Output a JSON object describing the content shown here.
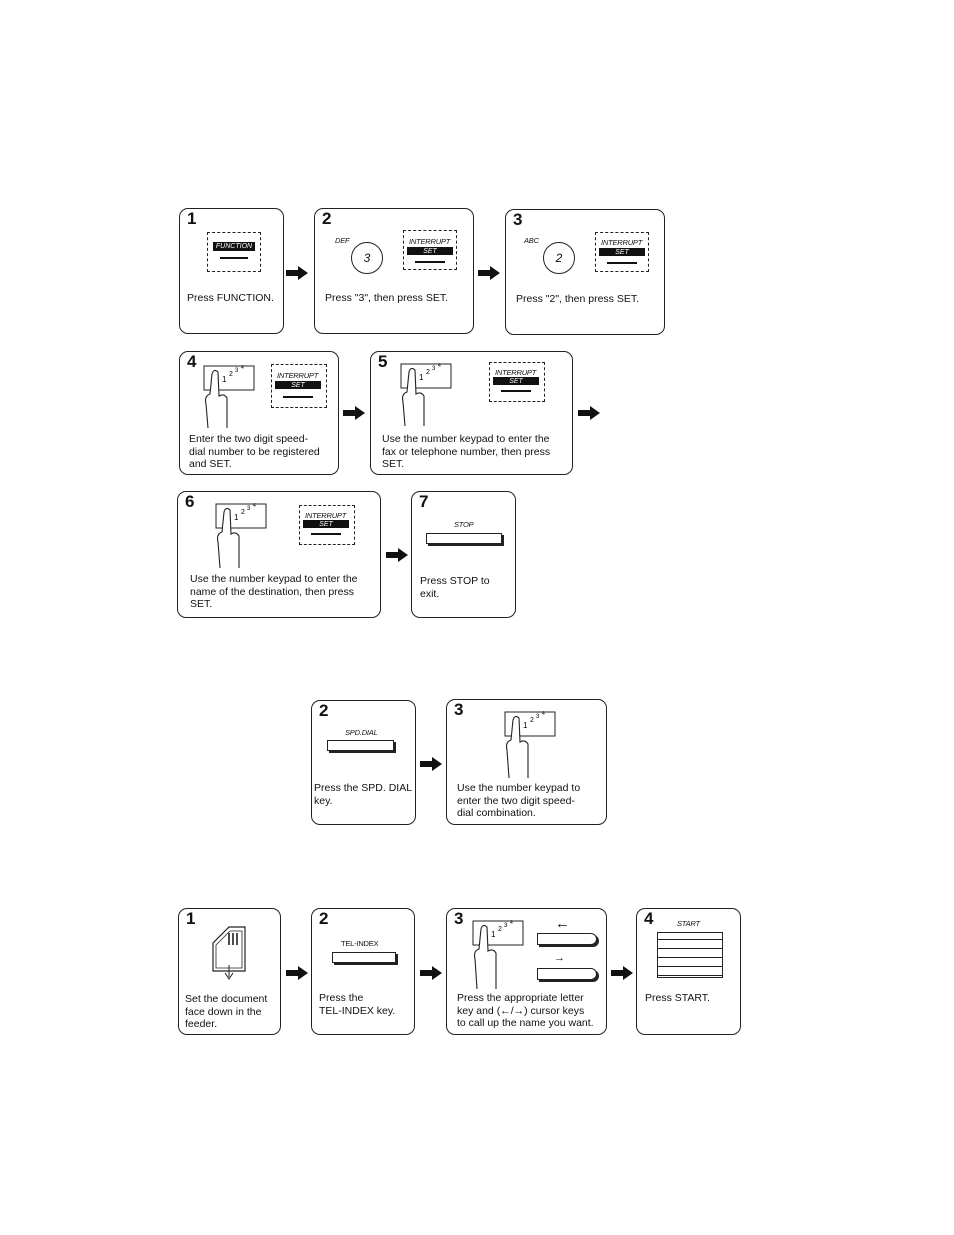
{
  "section1": {
    "steps": [
      {
        "num": "1",
        "caption": "Press FUNCTION.",
        "key_label": "FUNCTION"
      },
      {
        "num": "2",
        "caption": "Press \"3\", then press SET.",
        "letters": "DEF",
        "digit": "3",
        "key_top": "INTERRUPT",
        "key_bottom": "SET"
      },
      {
        "num": "3",
        "caption": "Press \"2\", then press SET.",
        "letters": "ABC",
        "digit": "2",
        "key_top": "INTERRUPT",
        "key_bottom": "SET"
      },
      {
        "num": "4",
        "caption": "Enter the two digit speed-\ndial number to be registered\nand SET.",
        "key_top": "INTERRUPT",
        "key_bottom": "SET",
        "keypad": "1 2 3 4"
      },
      {
        "num": "5",
        "caption": "Use the number keypad to enter the\nfax or telephone number, then press\nSET.",
        "key_top": "INTERRUPT",
        "key_bottom": "SET",
        "keypad": "1 2 3 4"
      },
      {
        "num": "6",
        "caption": "Use the number keypad to enter the\nname of the destination, then press\nSET.",
        "key_top": "INTERRUPT",
        "key_bottom": "SET",
        "keypad": "1 2 3 4"
      },
      {
        "num": "7",
        "caption": "Press STOP to\nexit.",
        "key_label": "STOP"
      }
    ]
  },
  "section2": {
    "steps": [
      {
        "num": "2",
        "caption": "Press the SPD. DIAL\nkey.",
        "key_label": "SPD.DIAL"
      },
      {
        "num": "3",
        "caption": "Use the number keypad to\nenter the two digit speed-\ndial combination.",
        "keypad": "1 2 3 4"
      }
    ]
  },
  "section3": {
    "steps": [
      {
        "num": "1",
        "caption": "Set the document\nface down in the\nfeeder."
      },
      {
        "num": "2",
        "caption": "Press the\nTEL-INDEX key.",
        "key_label": "TEL-INDEX"
      },
      {
        "num": "3",
        "caption": "Press the appropriate letter\nkey and (←/→) cursor keys\nto call up the name you want.",
        "keypad": "1 2 3 4",
        "left_arrow": "←",
        "right_arrow": "→"
      },
      {
        "num": "4",
        "caption": "Press START.",
        "key_label": "START"
      }
    ]
  },
  "icons": [
    "right-arrow-icon",
    "hand-pressing-icon",
    "document-icon",
    "keypad-icon"
  ]
}
